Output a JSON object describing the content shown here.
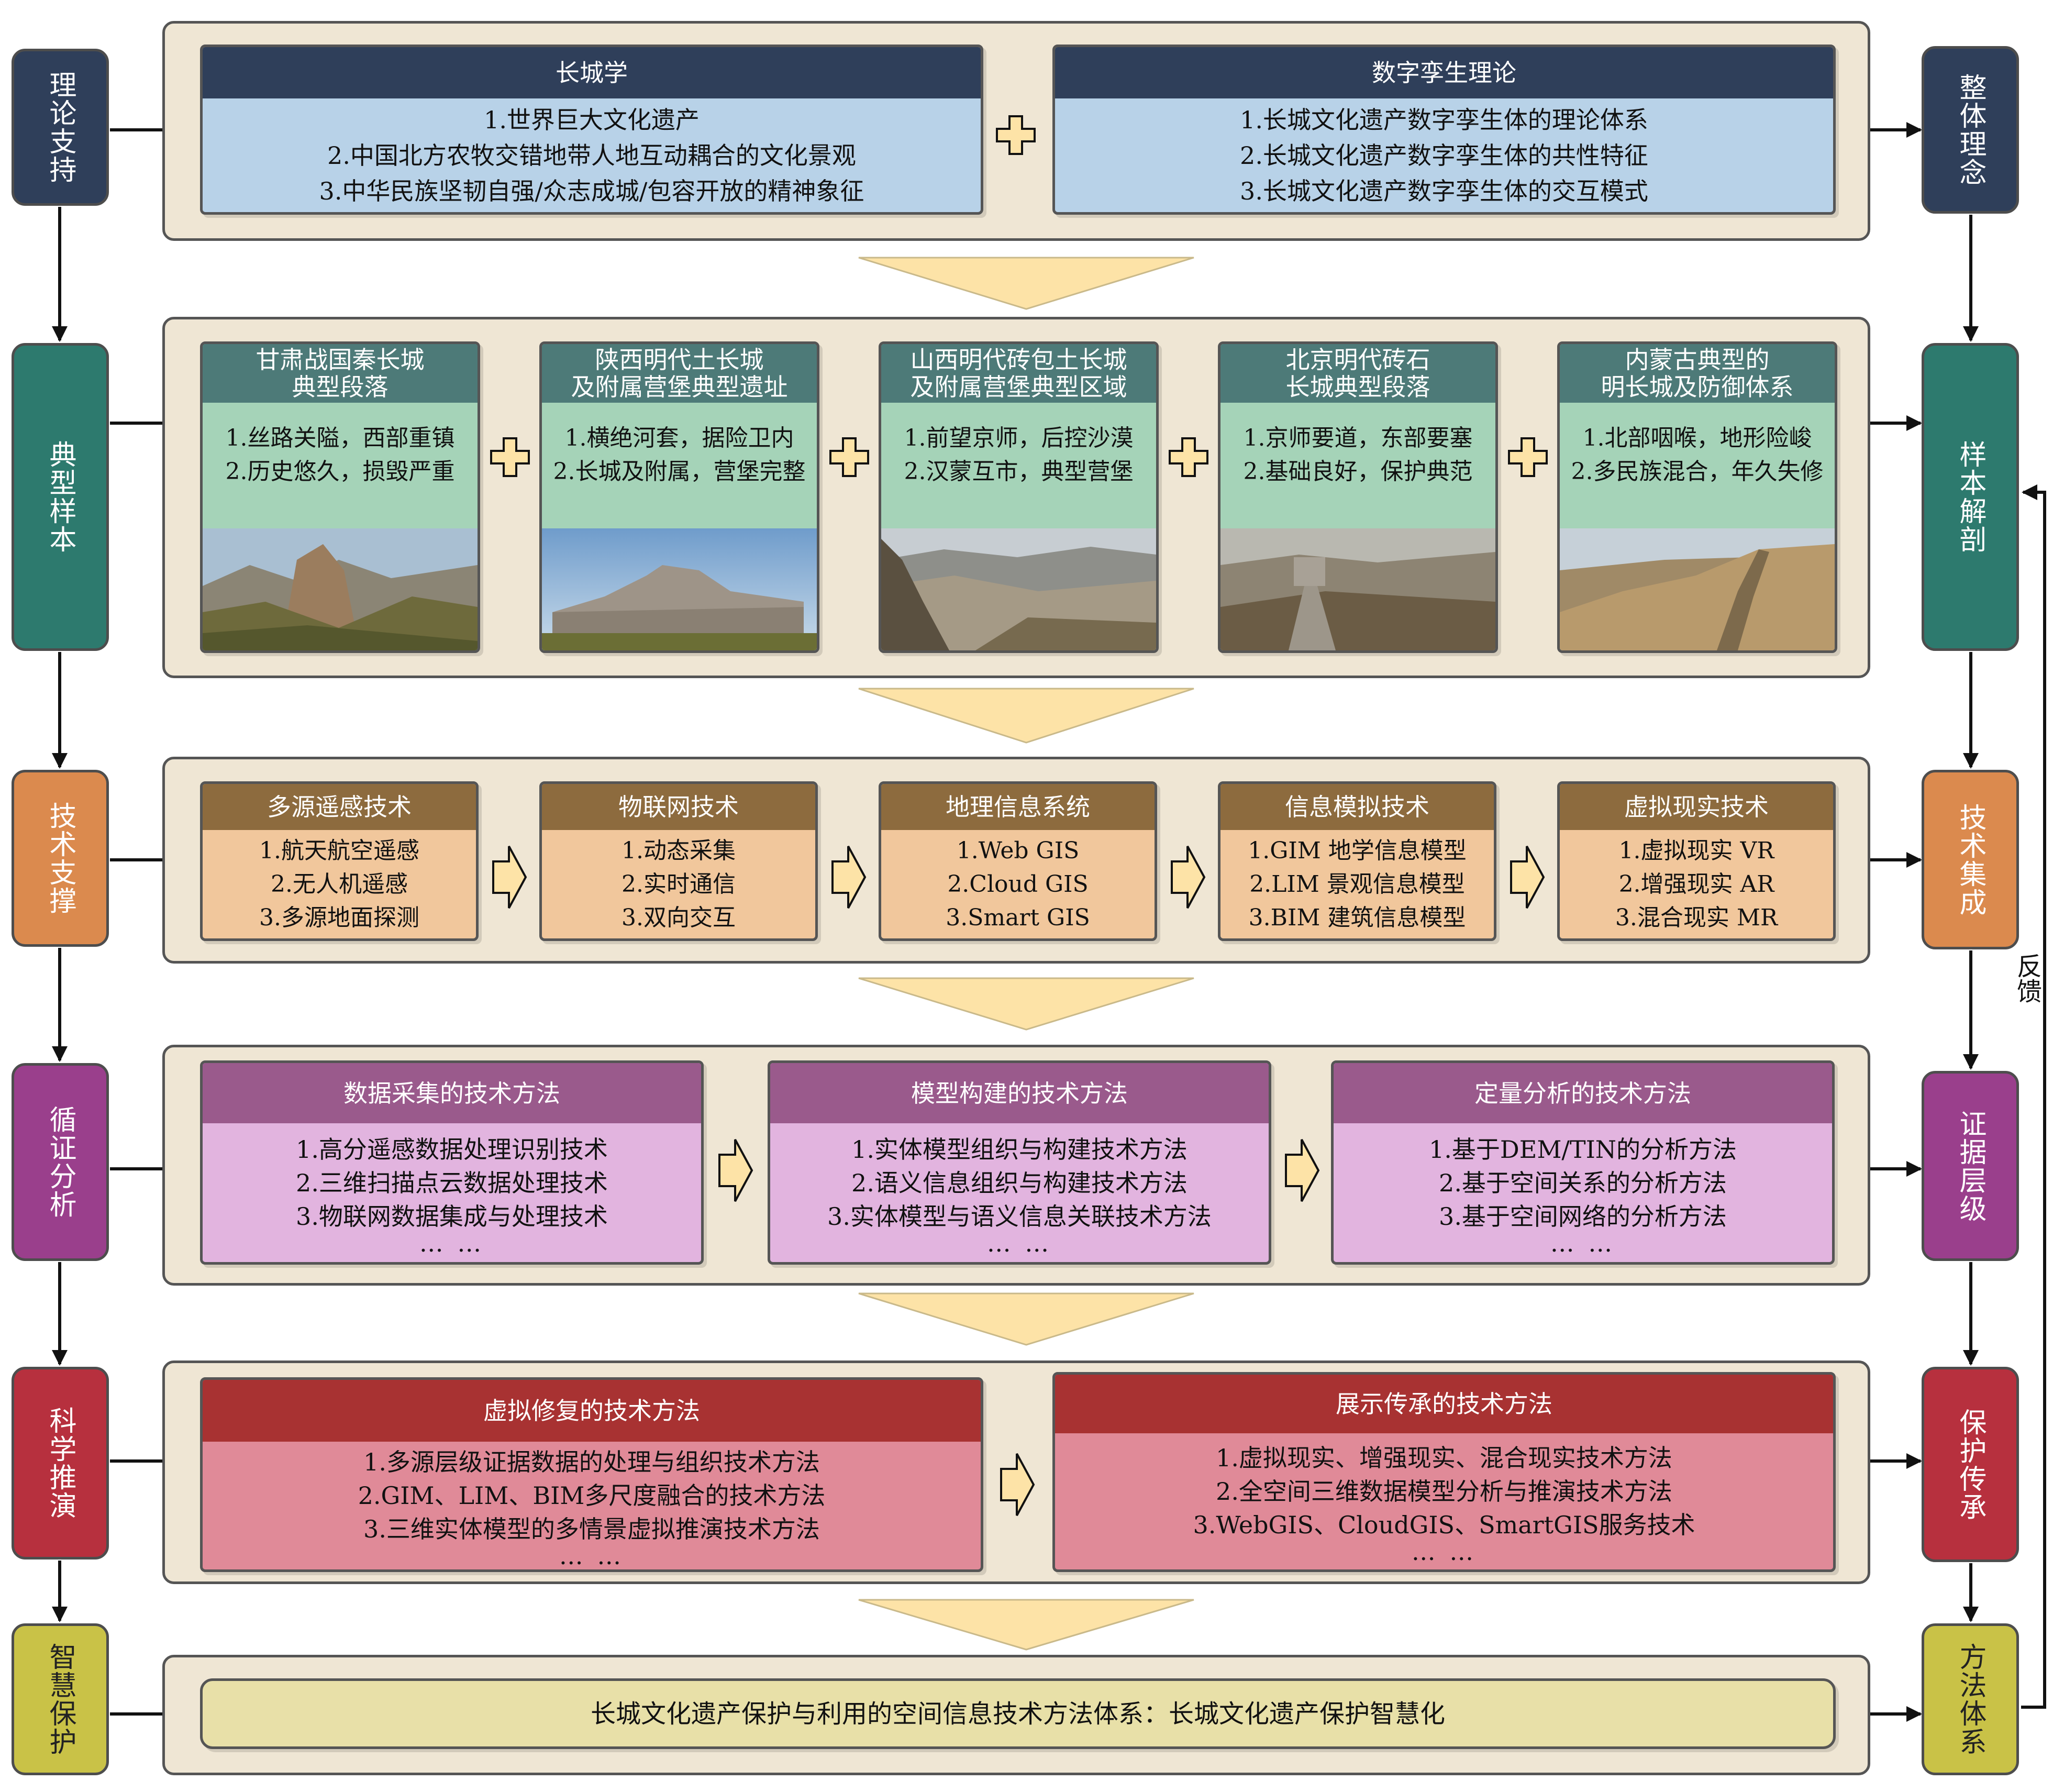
{
  "left_labels": [
    {
      "text": "理论支持",
      "color": "#2f3f5a"
    },
    {
      "text": "典型样本",
      "color": "#2d7a6e"
    },
    {
      "text": "技术支撑",
      "color": "#db8a4e"
    },
    {
      "text": "循证分析",
      "color": "#9a3f8c"
    },
    {
      "text": "科学推演",
      "color": "#b7303e"
    },
    {
      "text": "智慧保护",
      "color": "#c9c247"
    }
  ],
  "right_labels": [
    {
      "text": "整体理念",
      "color": "#2f3f5a"
    },
    {
      "text": "样本解剖",
      "color": "#2d7a6e"
    },
    {
      "text": "技术集成",
      "color": "#db8a4e"
    },
    {
      "text": "证据层级",
      "color": "#9a3f8c"
    },
    {
      "text": "保护传承",
      "color": "#b7303e"
    },
    {
      "text": "方法体系",
      "color": "#c9c247"
    }
  ],
  "feedback_label": "反馈",
  "row1": [
    {
      "title": "长城学",
      "lines": [
        "1.世界巨大文化遗产",
        "2.中国北方农牧交错地带人地互动耦合的文化景观",
        "3.中华民族坚韧自强/众志成城/包容开放的精神象征"
      ]
    },
    {
      "title": "数字孪生理论",
      "lines": [
        "1.长城文化遗产数字孪生体的理论体系",
        "2.长城文化遗产数字孪生体的共性特征",
        "3.长城文化遗产数字孪生体的交互模式"
      ]
    }
  ],
  "row2": [
    {
      "title": [
        "甘肃战国秦长城",
        "典型段落"
      ],
      "lines": [
        "1.丝路关隘，西部重镇",
        "2.历史悠久，损毁严重"
      ],
      "photo": "photo-gansu"
    },
    {
      "title": [
        "陕西明代土长城",
        "及附属营堡典型遗址"
      ],
      "lines": [
        "1.横绝河套，据险卫内",
        "2.长城及附属，营堡完整"
      ],
      "photo": "photo-shaanxi"
    },
    {
      "title": [
        "山西明代砖包土长城",
        "及附属营堡典型区域"
      ],
      "lines": [
        "1.前望京师，后控沙漠",
        "2.汉蒙互市，典型营堡"
      ],
      "photo": "photo-shanxi"
    },
    {
      "title": [
        "北京明代砖石",
        "长城典型段落"
      ],
      "lines": [
        "1.京师要道，东部要塞",
        "2.基础良好，保护典范"
      ],
      "photo": "photo-beijing"
    },
    {
      "title": [
        "内蒙古典型的",
        "明长城及防御体系"
      ],
      "lines": [
        "1.北部咽喉，地形险峻",
        "2.多民族混合，年久失修"
      ],
      "photo": "photo-neimenggu"
    }
  ],
  "row3": [
    {
      "title": "多源遥感技术",
      "lines": [
        "1.航天航空遥感",
        "2.无人机遥感",
        "3.多源地面探测"
      ]
    },
    {
      "title": "物联网技术",
      "lines": [
        "1.动态采集",
        "2.实时通信",
        "3.双向交互"
      ]
    },
    {
      "title": "地理信息系统",
      "lines": [
        "1.Web GIS",
        "2.Cloud GIS",
        "3.Smart GIS"
      ]
    },
    {
      "title": "信息模拟技术",
      "lines": [
        "1.GIM 地学信息模型",
        "2.LIM 景观信息模型",
        "3.BIM 建筑信息模型"
      ]
    },
    {
      "title": "虚拟现实技术",
      "lines": [
        "1.虚拟现实  VR",
        "2.增强现实  AR",
        "3.混合现实  MR"
      ]
    }
  ],
  "row4": [
    {
      "title": "数据采集的技术方法",
      "lines": [
        "1.高分遥感数据处理识别技术",
        "2.三维扫描点云数据处理技术",
        "3.物联网数据集成与处理技术",
        "…  …"
      ]
    },
    {
      "title": "模型构建的技术方法",
      "lines": [
        "1.实体模型组织与构建技术方法",
        "2.语义信息组织与构建技术方法",
        "3.实体模型与语义信息关联技术方法",
        "…  …"
      ]
    },
    {
      "title": "定量分析的技术方法",
      "lines": [
        "1.基于DEM/TIN的分析方法",
        "2.基于空间关系的分析方法",
        "3.基于空间网络的分析方法",
        "…  …"
      ]
    }
  ],
  "row5": [
    {
      "title": "虚拟修复的技术方法",
      "lines": [
        "1.多源层级证据数据的处理与组织技术方法",
        "2.GIM、LIM、BIM多尺度融合的技术方法",
        "3.三维实体模型的多情景虚拟推演技术方法",
        "…  …"
      ]
    },
    {
      "title": "展示传承的技术方法",
      "lines": [
        "1.虚拟现实、增强现实、混合现实技术方法",
        "2.全空间三维数据模型分析与推演技术方法",
        "3.WebGIS、CloudGIS、SmartGIS服务技术",
        "…  …"
      ]
    }
  ],
  "row6": {
    "text": "长城文化遗产保护与利用的空间信息技术方法体系：长城文化遗产保护智慧化"
  },
  "colors": {
    "row1_head": "#2f3f5a",
    "row1_body": "#b8d2e8",
    "row2_head": "#4d7a78",
    "row2_body": "#a5d3b8",
    "row3_head": "#8d6b3e",
    "row3_body": "#f1c79c",
    "row4_head": "#9a5a8c",
    "row4_body": "#e2b4df",
    "row5_head": "#a83232",
    "row5_body": "#e08a98",
    "row6_body": "#e8e0a8",
    "band": "#efe6d4",
    "arrow_fill": "#fde3a7"
  }
}
